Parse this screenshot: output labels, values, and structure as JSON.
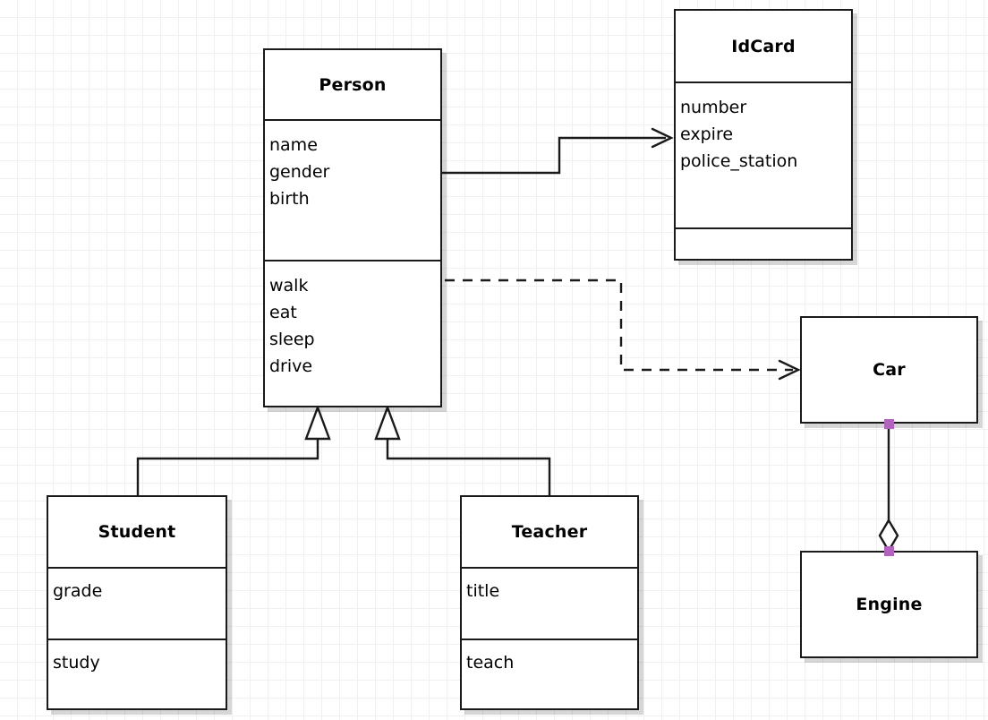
{
  "diagram": {
    "type": "uml-class-diagram",
    "background": "#ffffff",
    "grid_color": "#f0f0f0",
    "grid_size": 20,
    "line_color": "#1a1a1a",
    "handle_color": "#b163bd",
    "classes": [
      {
        "id": "person",
        "name": "Person",
        "attributes": [
          "name",
          "gender",
          "birth"
        ],
        "operations": [
          "walk",
          "eat",
          "sleep",
          "drive"
        ]
      },
      {
        "id": "idcard",
        "name": "IdCard",
        "attributes": [
          "number",
          "expire",
          "police_station"
        ],
        "operations": []
      },
      {
        "id": "car",
        "name": "Car",
        "attributes": [],
        "operations": []
      },
      {
        "id": "engine",
        "name": "Engine",
        "attributes": [],
        "operations": []
      },
      {
        "id": "student",
        "name": "Student",
        "attributes": [
          "grade"
        ],
        "operations": [
          "study"
        ]
      },
      {
        "id": "teacher",
        "name": "Teacher",
        "attributes": [
          "title"
        ],
        "operations": [
          "teach"
        ]
      }
    ],
    "relationships": [
      {
        "id": "person-idcard",
        "kind": "association",
        "from": "person",
        "to": "idcard",
        "style": "solid",
        "arrowhead": "open"
      },
      {
        "id": "person-car",
        "kind": "dependency",
        "from": "person",
        "to": "car",
        "style": "dashed",
        "arrowhead": "open"
      },
      {
        "id": "student-person",
        "kind": "generalization",
        "from": "student",
        "to": "person",
        "style": "solid",
        "arrowhead": "hollow-triangle"
      },
      {
        "id": "teacher-person",
        "kind": "generalization",
        "from": "teacher",
        "to": "person",
        "style": "solid",
        "arrowhead": "hollow-triangle"
      },
      {
        "id": "car-engine",
        "kind": "aggregation",
        "from": "car",
        "to": "engine",
        "style": "solid",
        "arrowhead": "hollow-diamond"
      }
    ]
  }
}
